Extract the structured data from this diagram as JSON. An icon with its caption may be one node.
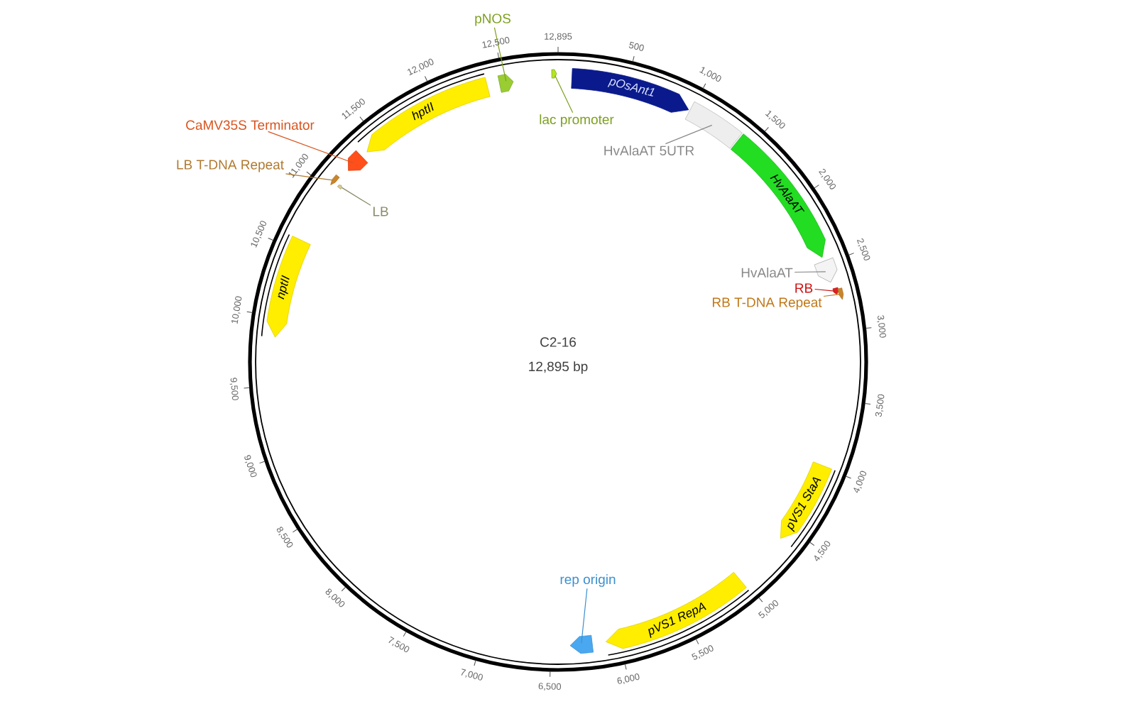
{
  "diagram": {
    "nodes": [
      {
        "text": [
          "pNOS"
        ]
      },
      {
        "text": [],
        "shape": "arrow"
      },
      {
        "text": [
          "lac promoter"
        ]
      },
      {
        "text": [],
        "shape": "arrow"
      },
      {
        "text": [
          "pOsAnt1"
        ]
      },
      {
        "text": [
          "HvAlaAT 5UTR"
        ]
      },
      {
        "text": [],
        "shape": "arrow"
      },
      {
        "text": [
          "HvAlaAT"
        ]
      },
      {
        "text": [
          "HvAlaAT"
        ]
      },
      {
        "text": [],
        "shape": "arrow"
      },
      {
        "text": [
          "RB"
        ]
      },
      {
        "text": [],
        "shape": "arrow"
      },
      {
        "text": [
          "RB T-DNA Repeat"
        ]
      },
      {
        "text": [],
        "shape": "arrow"
      },
      {
        "text": [
          "pVS1 StaA"
        ]
      },
      {
        "text": [
          "pVS1 RepA"
        ]
      },
      {
        "text": [
          "rep origin"
        ]
      },
      {
        "text": [],
        "shape": "arrow"
      },
      {
        "text": [
          "nptII"
        ]
      },
      {
        "text": [
          "hptII"
        ]
      },
      {
        "text": [
          "CaMV35S Terminator"
        ]
      },
      {
        "text": [],
        "shape": "arrow"
      },
      {
        "text": [
          "LB T-DNA Repeat"
        ]
      },
      {
        "text": [],
        "shape": "arrow"
      },
      {
        "text": [
          "LB"
        ]
      },
      {
        "text": [],
        "shape": "arrow"
      }
    ],
    "edges": [
      {
        "from": 0,
        "to": 1,
        "arrow": "none",
        "color": "#7ca01e"
      },
      {
        "from": 2,
        "to": 3,
        "arrow": "none",
        "color": "#7ca01e"
      },
      {
        "from": 5,
        "to": 6,
        "arrow": "none",
        "color": "#888888"
      },
      {
        "from": 8,
        "to": 9,
        "arrow": "none",
        "color": "#888888"
      },
      {
        "from": 10,
        "to": 11,
        "arrow": "none",
        "color": "#cc1111"
      },
      {
        "from": 12,
        "to": 13,
        "arrow": "none",
        "color": "#c07818"
      },
      {
        "from": 16,
        "to": 17,
        "arrow": "none",
        "color": "#3a8fd0"
      },
      {
        "from": 20,
        "to": 21,
        "arrow": "none",
        "color": "#d9541e"
      },
      {
        "from": 22,
        "to": 23,
        "arrow": "none",
        "color": "#b07a30"
      },
      {
        "from": 24,
        "to": 25,
        "arrow": "none",
        "color": "#8a8a6a"
      }
    ],
    "labels": [
      "12,895",
      "500",
      "1,000",
      "1,500",
      "2,000",
      "2,500",
      "3,000",
      "3,500",
      "4,000",
      "4,500",
      "5,000",
      "5,500",
      "6,000",
      "6,500",
      "7,000",
      "7,500",
      "8,000",
      "8,500",
      "9,000",
      "9,500",
      "10,000",
      "10,500",
      "11,000",
      "11,500",
      "12,000",
      "12,500",
      "C2-16",
      "12,895 bp"
    ]
  }
}
